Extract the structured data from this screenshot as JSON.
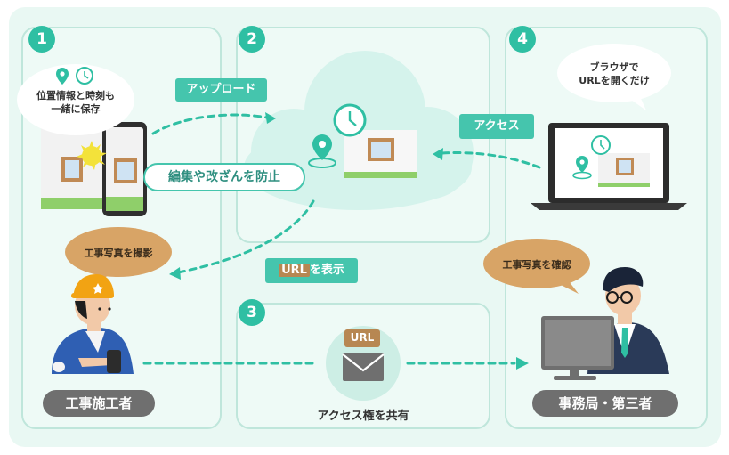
{
  "steps": {
    "one": {
      "number": "1",
      "bubble": "位置情報と時刻も\n一緒に保存"
    },
    "two": {
      "number": "2"
    },
    "three": {
      "number": "3",
      "caption": "アクセス権を共有"
    },
    "four": {
      "number": "4",
      "bubble": "ブラウザで\nURLを開くだけ"
    }
  },
  "labels": {
    "upload": "アップロード",
    "prevent": "編集や改ざんを防止",
    "access": "アクセス",
    "show_url_prefix": "URL",
    "show_url_suffix": "を表示",
    "mail_url": "URL"
  },
  "people": {
    "worker": {
      "speech": "工事写真を撮影",
      "role": "工事施工者"
    },
    "office": {
      "speech": "工事写真を確認",
      "role": "事務局・第三者"
    }
  },
  "colors": {
    "accent": "#45c5ad",
    "panel_border": "#bfe6db",
    "background": "#e9f8f3",
    "speech": "#d8a466",
    "role_pill": "#6f6f6f"
  },
  "icons": [
    "location-pin-icon",
    "clock-icon",
    "smartphone-icon",
    "cloud-icon",
    "envelope-icon",
    "laptop-icon",
    "monitor-icon"
  ]
}
